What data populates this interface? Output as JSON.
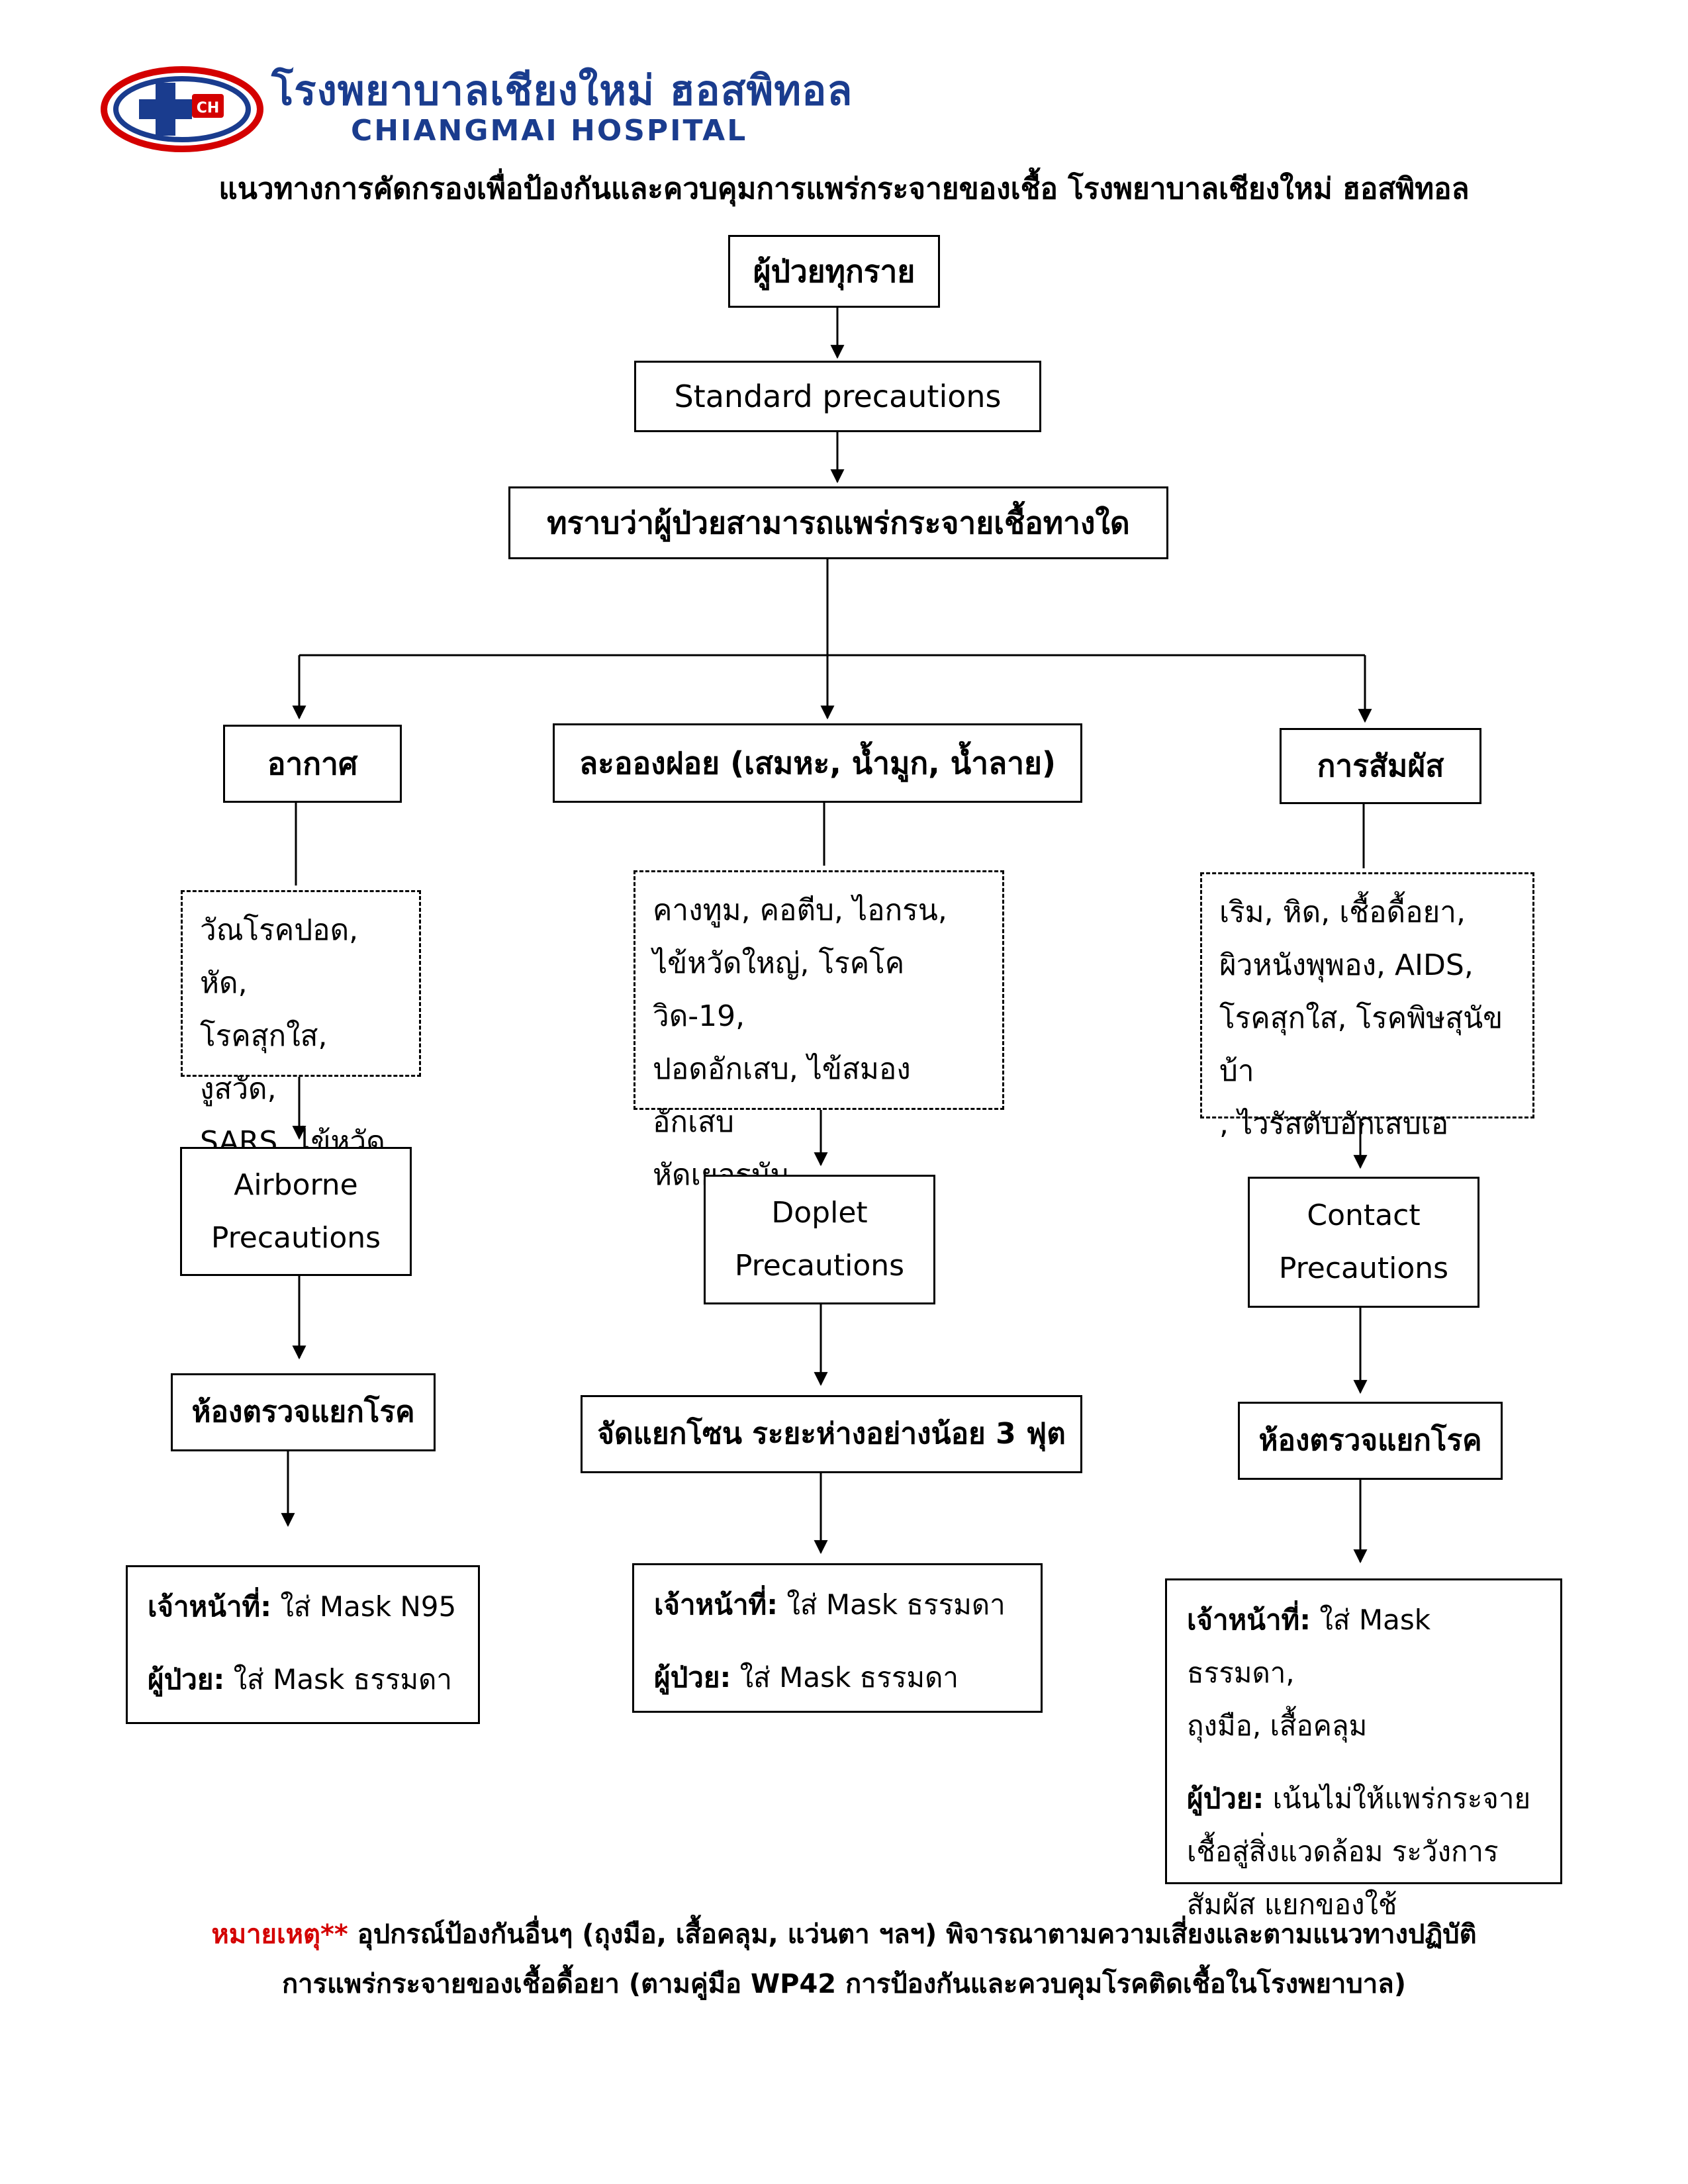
{
  "header": {
    "hospital_name_th": "โรงพยาบาลเชียงใหม่ ฮอสพิทอล",
    "hospital_name_en": "CHIANGMAI HOSPITAL",
    "logo_text": "CH",
    "brand_color": "#1a3c8e",
    "accent_color": "#d40000",
    "title": "แนวทางการคัดกรองเพื่อป้องกันและควบคุมการแพร่กระจายของเชื้อ โรงพยาบาลเชียงใหม่ ฮอสพิทอล"
  },
  "flow": {
    "start": "ผู้ป่วยทุกราย",
    "standard": "Standard precautions",
    "question": "ทราบว่าผู้ป่วยสามารถแพร่กระจายเชื้อทางใด",
    "branches": [
      {
        "route": "อากาศ",
        "diseases": [
          "วัณโรคปอด, หัด,",
          "โรคสุกใส, งูสวัด,",
          "SARS, ไข้หวัดนก"
        ],
        "precaution": [
          "Airborne",
          "Precautions"
        ],
        "action": "ห้องตรวจแยกโรค",
        "staff_label": "เจ้าหน้าที่:",
        "staff_text": " ใส่ Mask N95",
        "patient_label": "ผู้ป่วย:",
        "patient_text": " ใส่ Mask ธรรมดา"
      },
      {
        "route": "ละอองฝอย (เสมหะ, น้ำมูก, น้ำลาย)",
        "diseases": [
          "คางทูม, คอตีบ, ไอกรน,",
          "ไข้หวัดใหญ่, โรคโควิด-19,",
          "ปอดอักเสบ, ไข้สมองอักเสบ",
          "หัดเยอรมัน"
        ],
        "precaution": [
          "Doplet",
          "Precautions"
        ],
        "action": "จัดแยกโซน ระยะห่างอย่างน้อย 3 ฟุต",
        "staff_label": "เจ้าหน้าที่:",
        "staff_text": " ใส่ Mask ธรรมดา",
        "patient_label": "ผู้ป่วย:",
        "patient_text": " ใส่ Mask ธรรมดา"
      },
      {
        "route": "การสัมผัส",
        "diseases": [
          "เริม, หิด, เชื้อดื้อยา,",
          "ผิวหนังพุพอง, AIDS,",
          "โรคสุกใส, โรคพิษสุนัขบ้า",
          ", ไวรัสตับอักเสบเอ"
        ],
        "precaution": [
          "Contact",
          "Precautions"
        ],
        "action": "ห้องตรวจแยกโรค",
        "staff_label": "เจ้าหน้าที่:",
        "staff_text": " ใส่ Mask ธรรมดา,",
        "staff_text2": "ถุงมือ, เสื้อคลุม",
        "patient_label": "ผู้ป่วย:",
        "patient_text": " เน้นไม่ให้แพร่กระจาย",
        "patient_text2": "เชื้อสู่สิ่งแวดล้อม ระวังการ",
        "patient_text3": "สัมผัส แยกของใช้"
      }
    ]
  },
  "footnote": {
    "label": "หมายเหตุ**",
    "line1": " อุปกรณ์ป้องกันอื่นๆ (ถุงมือ, เสื้อคลุม, แว่นตา ฯลฯ) พิจารณาตามความเสี่ยงและตามแนวทางปฏิบัติ",
    "line2": "การแพร่กระจายของเชื้อดื้อยา (ตามคู่มือ WP42 การป้องกันและควบคุมโรคติดเชื้อในโรงพยาบาล)"
  }
}
